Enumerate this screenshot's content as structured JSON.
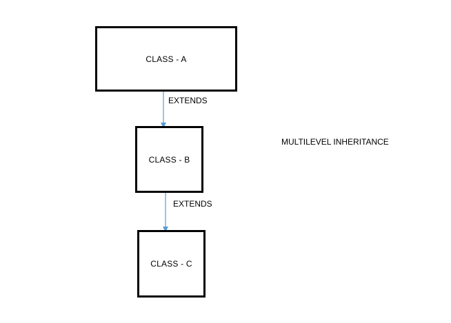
{
  "diagram": {
    "title": "MULTILEVEL INHERITANCE",
    "nodes": [
      {
        "id": "a",
        "label": "CLASS - A"
      },
      {
        "id": "b",
        "label": "CLASS - B"
      },
      {
        "id": "c",
        "label": "CLASS - C"
      }
    ],
    "edges": [
      {
        "from": "a",
        "to": "b",
        "label": "EXTENDS"
      },
      {
        "from": "b",
        "to": "c",
        "label": "EXTENDS"
      }
    ],
    "colors": {
      "box_border": "#000000",
      "arrow": "#5b9bd5",
      "text": "#000000",
      "background": "#ffffff"
    }
  }
}
